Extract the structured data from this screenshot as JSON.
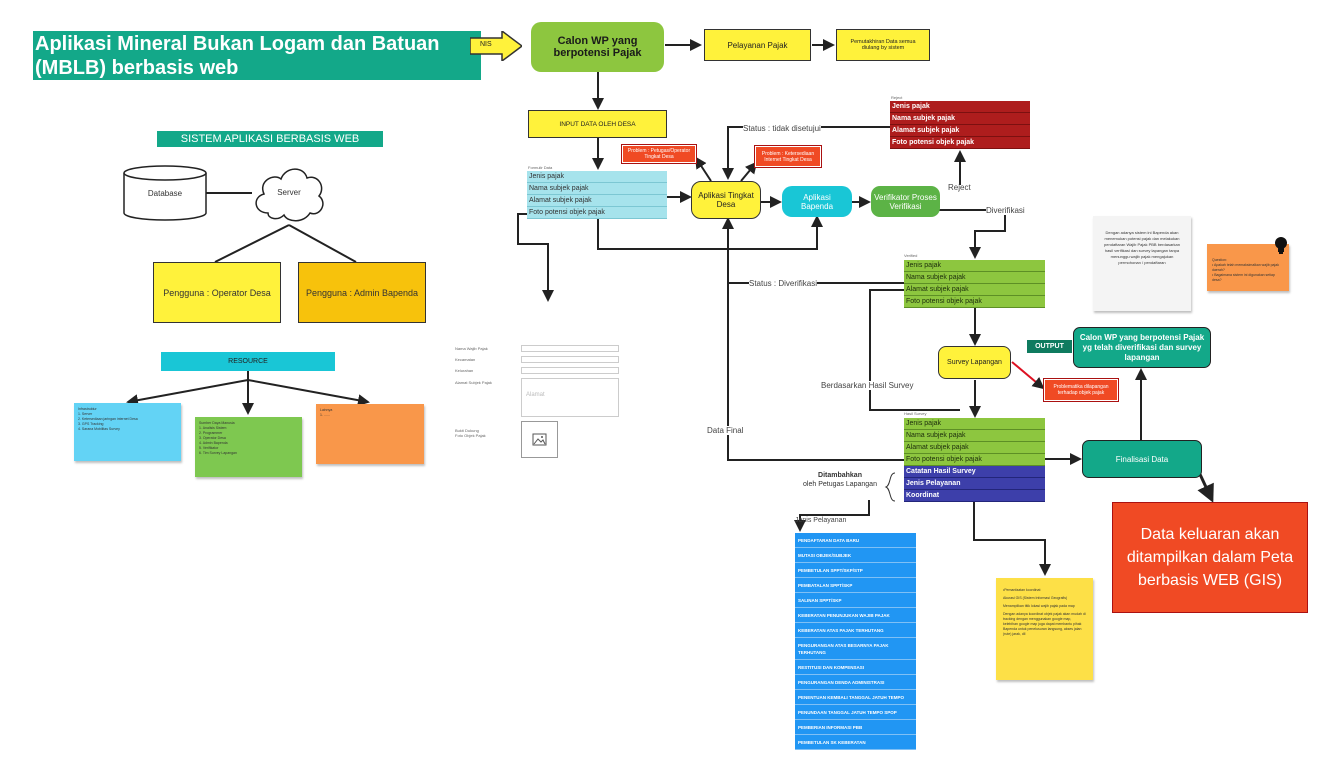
{
  "header": {
    "title_line1": "Aplikasi Mineral Bukan Logam dan Batuan",
    "title_line2": "(MBLB) berbasis web",
    "arrow_text": "NIS"
  },
  "left": {
    "section_title": "SISTEM APLIKASI BERBASIS WEB",
    "database": "Database",
    "server": "Server",
    "user_operator": "Pengguna : Operator Desa",
    "user_admin": "Pengguna : Admin Bapenda",
    "resource": "RESOURCE",
    "note_blue": [
      "Infrastruktur",
      "1. Server",
      "2. Ketersediaan jaringan internet Desa",
      "3. GPS Tracking",
      "4. Sarana Mobilitas Survey"
    ],
    "note_green": [
      "Sumber Daya Manusia",
      "1. Analisis Sistem",
      "2. Programmer",
      "3. Operator Desa",
      "4. Admin Bapenda",
      "5. Verifikator",
      "6. Tim Survey Lapangan"
    ],
    "note_orange": [
      "Lainnya",
      "1. ......"
    ]
  },
  "form": {
    "nama_wajib_pajak": "Nama Wajib Pajak",
    "kecamatan": "Kecamatan",
    "kelurahan": "Kelurahan",
    "alamat": "Alamat Subjek Pajak",
    "alamat_placeholder": "Alamat",
    "bukti_line1": "Bukti Dukung",
    "bukti_line2": "Foto Objek Pajak"
  },
  "flow": {
    "calon_wp": "Calon WP yang berpotensi Pajak",
    "pelayanan": "Pelayanan Pajak",
    "pemutakhiran": "Pemutakhiran Data semua diulang by sistem",
    "input_desa": "INPUT DATA OLEH DESA",
    "form_caption": "Formulir Data",
    "fields": [
      "Jenis pajak",
      "Nama subjek pajak",
      "Alamat subjek pajak",
      "Foto potensi objek pajak"
    ],
    "problem_operator": "Problem : Petugas/Operator Tingkat Desa",
    "problem_internet": "Problem : Ketersediaan Internet Tingkat Desa",
    "app_desa": "Aplikasi Tingkat Desa",
    "app_bapenda": "Aplikasi Bapenda",
    "verifikator": "Verifikator Proses Verifikasi",
    "status_tidak": "Status : tidak disetujui",
    "reject": "Reject",
    "reject_caption": "Reject",
    "diverifikasi": "Diverifikasi",
    "status_diverifikasi": "Status : Diverifikasi",
    "verified_caption": "Verified",
    "survey": "Survey Lapangan",
    "problem_survey": "Problematika dilapangan terhadap objek pajak",
    "berdasarkan": "Berdasarkan Hasil Survey",
    "final_caption": "Hasil Survey",
    "extra_fields": [
      "Catatan Hasil Survey",
      "Jenis Pelayanan",
      "Koordinat"
    ],
    "ditambahkan_bold": "Ditambahkan",
    "ditambahkan_rest": "oleh Petugas Lapangan",
    "data_final": "Data Final",
    "jenis_pelayanan": "Jenis Pelayanan",
    "services": [
      "PENDAFTARAN DATA BARU",
      "MUTASI OBJEK/SUBJEK",
      "PEMBETULAN SPPT/SKP/STP",
      "PEMBATALAN SPPT/SKP",
      "SALINAN SPPT/SKP",
      "KEBERATAN PENUNJUKAN WAJIB PAJAK",
      "KEBERATAN ATAS PAJAK TERHUTANG",
      "PENGURANGAN ATAS BESARNYA PAJAK TERHUTANG",
      "RESTITUSI DAN KOMPENSASI",
      "PENGURANGAN DENDA ADMINISTRASI",
      "PENENTUAN KEMBALI TANGGAL JATUH TEMPO",
      "PENUNDAAN TANGGAL JATUH TEMPO SPOP",
      "PEMBERIAN INFORMASI PBB",
      "PEMBETULAN SK KEBERATAN"
    ],
    "yellow_note": [
      "•Pemanfaatan koordinat",
      "Akurasi GIS (Sistem Informasi Geografis)",
      "Menampilkan titik lokasi wajib pajak pada map",
      "Dengan adanya koordinat objek pajak akan mudah di tracking dengan menggunakan google map, kelebihan google map juga dapat membantu pihak Bapenda untuk penelusuran langsung, akses jalan (rute) jarak, dll"
    ],
    "output": "OUTPUT",
    "calon_final": "Calon WP yang berpotensi Pajak yg telah diverifikasi dan survey lapangan",
    "finalisasi": "Finalisasi Data",
    "data_keluaran": "Data keluaran akan ditampilkan dalam Peta berbasis WEB (GIS)",
    "info_note": "Dengan adanya sistem ini Bapenda akan menemukan potensi pajak dan melakukan pendaftaran Wajib Pajak PBB berdasarkan hasil verifikasi dan survey lapangan tanpa menunggu wajib pajak mengajukan permohonan / pendaftaran",
    "orange_note": [
      "Question:",
      "• Apakah telah memaksimalkan wajib pajak daerah?",
      "• Bagaimana sistem ini digunakan setiap desa?"
    ]
  },
  "colors": {
    "teal_title": "#13a889",
    "green_node": "#8dc63f",
    "yellow_node": "#fff23b",
    "cyan_node": "#19c6d6",
    "red_table": "#ae1d1d",
    "blue_list": "#2196f3",
    "orange_red": "#f04a24",
    "dark_green": "#0f7b5f"
  },
  "icons": [
    "lightbulb-icon",
    "image-icon",
    "brace-icon"
  ]
}
